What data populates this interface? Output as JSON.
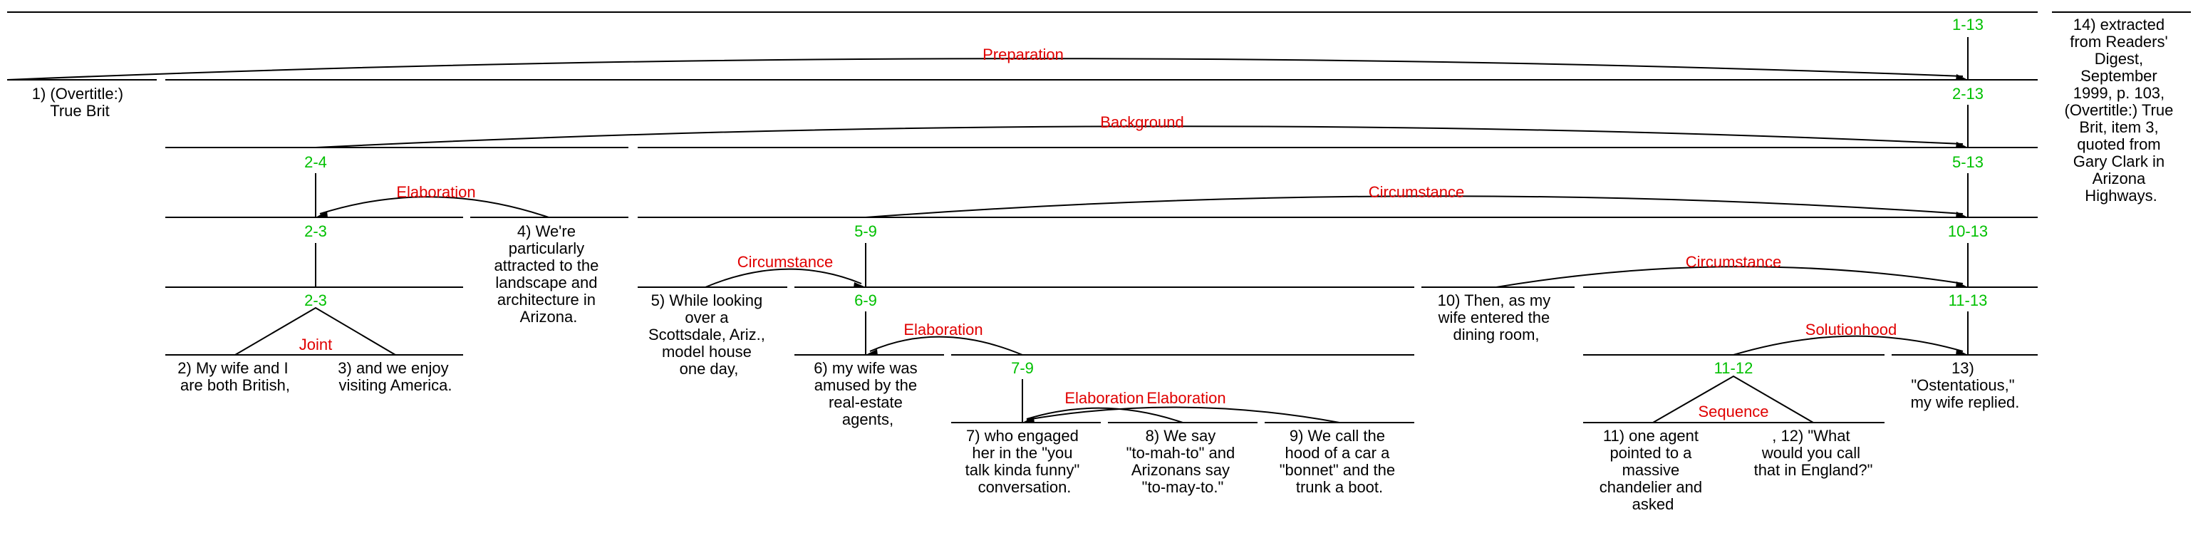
{
  "segments": {
    "s1": [
      "1) (Overtitle:)",
      "True Brit"
    ],
    "s2": [
      "2) My wife and I",
      "are both British,"
    ],
    "s3": [
      "3) and we enjoy",
      "visiting America."
    ],
    "s4": [
      "4) We're",
      "particularly",
      "attracted to the",
      "landscape and",
      "architecture in",
      "Arizona."
    ],
    "s5": [
      "5) While looking",
      "over a",
      "Scottsdale, Ariz.,",
      "model house",
      "one day,"
    ],
    "s6": [
      "6) my wife was",
      "amused by the",
      "real-estate",
      "agents,"
    ],
    "s7": [
      "7) who engaged",
      "her in the \"you",
      "talk kinda funny\"",
      "conversation."
    ],
    "s8": [
      "8) We say",
      "\"to-mah-to\" and",
      "Arizonans say",
      "\"to-may-to.\""
    ],
    "s9": [
      "9) We call the",
      "hood of a car a",
      "\"bonnet\" and the",
      "trunk a boot."
    ],
    "s10": [
      "10) Then, as my",
      "wife entered the",
      "dining room,"
    ],
    "s11": [
      "11) one agent",
      "pointed to a",
      "massive",
      "chandelier and",
      "asked"
    ],
    "s12": [
      ", 12) \"What",
      "would you call",
      "that in England?\""
    ],
    "s13": [
      "13)",
      "\"Ostentatious,\"",
      "my wife replied."
    ],
    "s14": [
      "14) extracted",
      "from Readers'",
      "Digest,",
      "September",
      "1999, p. 103,",
      "(Overtitle:) True",
      "Brit, item 3,",
      "quoted from",
      "Gary Clark in",
      "Arizona",
      "Highways."
    ]
  },
  "spans": {
    "sp_1_13": "1-13",
    "sp_2_13": "2-13",
    "sp_5_13": "5-13",
    "sp_2_4": "2-4",
    "sp_2_3a": "2-3",
    "sp_2_3b": "2-3",
    "sp_5_9": "5-9",
    "sp_10_13": "10-13",
    "sp_6_9": "6-9",
    "sp_11_13": "11-13",
    "sp_7_9": "7-9",
    "sp_11_12": "11-12"
  },
  "relations": {
    "r_preparation": "Preparation",
    "r_background": "Background",
    "r_elaboration_24": "Elaboration",
    "r_circumstance_513": "Circumstance",
    "r_circumstance_59": "Circumstance",
    "r_circumstance_1013": "Circumstance",
    "r_joint": "Joint",
    "r_elaboration_69": "Elaboration",
    "r_solutionhood": "Solutionhood",
    "r_elaboration_8": "Elaboration",
    "r_elaboration_9": "Elaboration",
    "r_sequence": "Sequence"
  },
  "colors": {
    "span_label": "#00c000",
    "relation_label": "#e00000",
    "lines": "#000000"
  }
}
